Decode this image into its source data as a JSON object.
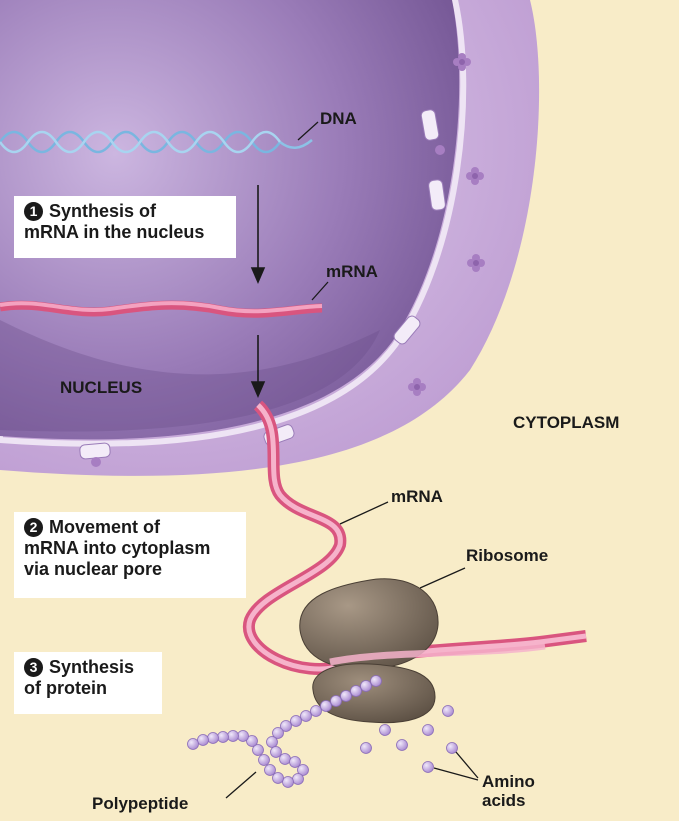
{
  "labels": {
    "dna": "DNA",
    "mrna_nucleus": "mRNA",
    "nucleus": "NUCLEUS",
    "cytoplasm": "CYTOPLASM",
    "mrna_cytoplasm": "mRNA",
    "ribosome": "Ribosome",
    "polypeptide": "Polypeptide",
    "amino_line1": "Amino",
    "amino_line2": "acids"
  },
  "steps": [
    {
      "number": "1",
      "line1": "Synthesis of",
      "line2": "mRNA in the nucleus",
      "line3": ""
    },
    {
      "number": "2",
      "line1": "Movement of",
      "line2": "mRNA into cytoplasm",
      "line3": "via nuclear pore"
    },
    {
      "number": "3",
      "line1": "Synthesis",
      "line2": "of protein",
      "line3": ""
    }
  ],
  "colors": {
    "cytoplasm": "#f8ecc8",
    "envelope": "#c7a6d8",
    "nucleus_interior": "#8a6aa8",
    "mrna": "#ea6f9a",
    "dna": "#8cc2e6",
    "ribosome": "#837565",
    "amino_acid": "#c8b0e8"
  }
}
